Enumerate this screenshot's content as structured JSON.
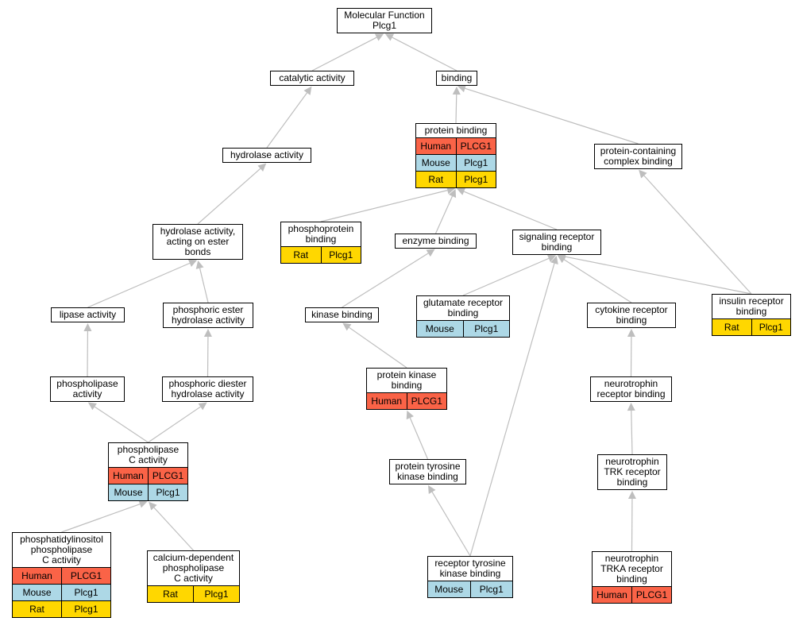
{
  "colors": {
    "Human": "#fa6347",
    "Mouse": "#add8e6",
    "Rat": "#ffd700",
    "edge": "#bebebe"
  },
  "nodes": [
    {
      "id": "mf",
      "name": "molecular-function-node",
      "lines": [
        "Molecular Function",
        "Plcg1"
      ],
      "rows": []
    },
    {
      "id": "cat",
      "name": "catalytic-activity-node",
      "lines": [
        "catalytic activity"
      ],
      "rows": []
    },
    {
      "id": "bind",
      "name": "binding-node",
      "lines": [
        "binding"
      ],
      "rows": []
    },
    {
      "id": "hyd",
      "name": "hydrolase-activity-node",
      "lines": [
        "hydrolase activity"
      ],
      "rows": []
    },
    {
      "id": "pb",
      "name": "protein-binding-node",
      "lines": [
        "protein binding"
      ],
      "rows": [
        {
          "species": "Human",
          "gene": "PLCG1"
        },
        {
          "species": "Mouse",
          "gene": "Plcg1"
        },
        {
          "species": "Rat",
          "gene": "Plcg1"
        }
      ]
    },
    {
      "id": "pccb",
      "name": "protein-containing-complex-binding-node",
      "lines": [
        "protein-containing",
        "complex binding"
      ],
      "rows": []
    },
    {
      "id": "hae",
      "name": "hydrolase-activity-ester-bonds-node",
      "lines": [
        "hydrolase activity,",
        "acting on ester",
        "bonds"
      ],
      "rows": []
    },
    {
      "id": "ppb",
      "name": "phosphoprotein-binding-node",
      "lines": [
        "phosphoprotein",
        "binding"
      ],
      "rows": [
        {
          "species": "Rat",
          "gene": "Plcg1"
        }
      ]
    },
    {
      "id": "eb",
      "name": "enzyme-binding-node",
      "lines": [
        "enzyme binding"
      ],
      "rows": []
    },
    {
      "id": "srb",
      "name": "signaling-receptor-binding-node",
      "lines": [
        "signaling receptor",
        "binding"
      ],
      "rows": []
    },
    {
      "id": "lip",
      "name": "lipase-activity-node",
      "lines": [
        "lipase activity"
      ],
      "rows": []
    },
    {
      "id": "peh",
      "name": "phosphoric-ester-hydrolase-node",
      "lines": [
        "phosphoric ester",
        "hydrolase activity"
      ],
      "rows": []
    },
    {
      "id": "kb",
      "name": "kinase-binding-node",
      "lines": [
        "kinase binding"
      ],
      "rows": []
    },
    {
      "id": "grb",
      "name": "glutamate-receptor-binding-node",
      "lines": [
        "glutamate receptor",
        "binding"
      ],
      "rows": [
        {
          "species": "Mouse",
          "gene": "Plcg1"
        }
      ]
    },
    {
      "id": "crb",
      "name": "cytokine-receptor-binding-node",
      "lines": [
        "cytokine receptor",
        "binding"
      ],
      "rows": []
    },
    {
      "id": "irb",
      "name": "insulin-receptor-binding-node",
      "lines": [
        "insulin receptor",
        "binding"
      ],
      "rows": [
        {
          "species": "Rat",
          "gene": "Plcg1"
        }
      ]
    },
    {
      "id": "pla",
      "name": "phospholipase-activity-node",
      "lines": [
        "phospholipase",
        "activity"
      ],
      "rows": []
    },
    {
      "id": "pdh",
      "name": "phosphoric-diester-hydrolase-node",
      "lines": [
        "phosphoric diester",
        "hydrolase activity"
      ],
      "rows": []
    },
    {
      "id": "pkb",
      "name": "protein-kinase-binding-node",
      "lines": [
        "protein kinase",
        "binding"
      ],
      "rows": [
        {
          "species": "Human",
          "gene": "PLCG1"
        }
      ]
    },
    {
      "id": "ntrb",
      "name": "neurotrophin-receptor-binding-node",
      "lines": [
        "neurotrophin",
        "receptor binding"
      ],
      "rows": []
    },
    {
      "id": "plc",
      "name": "phospholipase-c-activity-node",
      "lines": [
        "phospholipase",
        "C activity"
      ],
      "rows": [
        {
          "species": "Human",
          "gene": "PLCG1"
        },
        {
          "species": "Mouse",
          "gene": "Plcg1"
        }
      ]
    },
    {
      "id": "ptkb",
      "name": "protein-tyrosine-kinase-binding-node",
      "lines": [
        "protein tyrosine",
        "kinase binding"
      ],
      "rows": []
    },
    {
      "id": "ntrk",
      "name": "neurotrophin-trk-receptor-binding-node",
      "lines": [
        "neurotrophin",
        "TRK receptor",
        "binding"
      ],
      "rows": []
    },
    {
      "id": "pi",
      "name": "phosphatidylinositol-phospholipase-c-node",
      "lines": [
        "phosphatidylinositol",
        "phospholipase",
        "C activity"
      ],
      "rows": [
        {
          "species": "Human",
          "gene": "PLCG1"
        },
        {
          "species": "Mouse",
          "gene": "Plcg1"
        },
        {
          "species": "Rat",
          "gene": "Plcg1"
        }
      ]
    },
    {
      "id": "cdp",
      "name": "calcium-dependent-phospholipase-c-node",
      "lines": [
        "calcium-dependent",
        "phospholipase",
        "C activity"
      ],
      "rows": [
        {
          "species": "Rat",
          "gene": "Plcg1"
        }
      ]
    },
    {
      "id": "rtkb",
      "name": "receptor-tyrosine-kinase-binding-node",
      "lines": [
        "receptor tyrosine",
        "kinase binding"
      ],
      "rows": [
        {
          "species": "Mouse",
          "gene": "Plcg1"
        }
      ]
    },
    {
      "id": "ntrka",
      "name": "neurotrophin-trka-receptor-binding-node",
      "lines": [
        "neurotrophin",
        "TRKA receptor",
        "binding"
      ],
      "rows": [
        {
          "species": "Human",
          "gene": "PLCG1"
        }
      ]
    }
  ],
  "edges": [
    [
      "cat",
      "mf"
    ],
    [
      "bind",
      "mf"
    ],
    [
      "hyd",
      "cat"
    ],
    [
      "pb",
      "bind"
    ],
    [
      "pccb",
      "bind"
    ],
    [
      "hae",
      "hyd"
    ],
    [
      "ppb",
      "pb"
    ],
    [
      "eb",
      "pb"
    ],
    [
      "srb",
      "pb"
    ],
    [
      "irb",
      "pccb"
    ],
    [
      "lip",
      "hae"
    ],
    [
      "peh",
      "hae"
    ],
    [
      "kb",
      "eb"
    ],
    [
      "grb",
      "srb"
    ],
    [
      "crb",
      "srb"
    ],
    [
      "irb",
      "srb"
    ],
    [
      "rtkb",
      "srb"
    ],
    [
      "pla",
      "lip"
    ],
    [
      "pdh",
      "peh"
    ],
    [
      "pkb",
      "kb"
    ],
    [
      "ntrb",
      "crb"
    ],
    [
      "plc",
      "pla"
    ],
    [
      "plc",
      "pdh"
    ],
    [
      "ptkb",
      "pkb"
    ],
    [
      "ntrk",
      "ntrb"
    ],
    [
      "pi",
      "plc"
    ],
    [
      "cdp",
      "plc"
    ],
    [
      "rtkb",
      "ptkb"
    ],
    [
      "ntrka",
      "ntrk"
    ]
  ]
}
